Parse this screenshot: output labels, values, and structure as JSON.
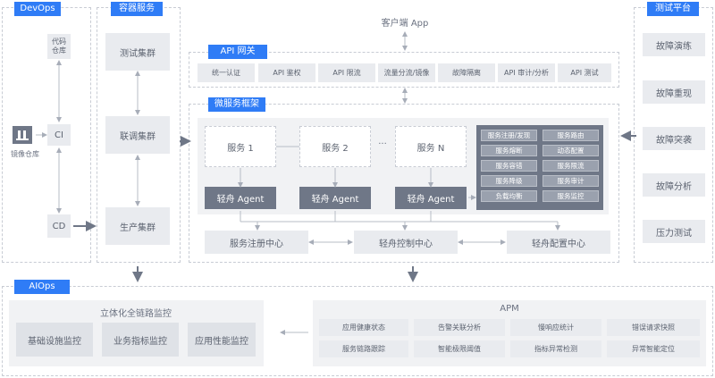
{
  "devops": {
    "tag": "DevOps",
    "code_repo": "代码\n仓库",
    "ci": "CI",
    "image_repo": "镜像仓库",
    "cd": "CD"
  },
  "container": {
    "tag": "容器服务",
    "test_cluster": "测试集群",
    "joint_cluster": "联调集群",
    "prod_cluster": "生产集群"
  },
  "client": {
    "label": "客户端 App"
  },
  "gateway": {
    "tag": "API 网关",
    "items": [
      "统一认证",
      "API 鉴权",
      "API 限流",
      "流量分流/镜像",
      "故障隔离",
      "API 审计/分析",
      "API 测试"
    ]
  },
  "microservice": {
    "tag": "微服务框架",
    "service1": "服务 1",
    "service2": "服务 2",
    "ellipsis": "···",
    "serviceN": "服务 N",
    "agent": "轻舟 Agent",
    "features": [
      "服务注册/发现",
      "服务路由",
      "服务熔断",
      "动态配置",
      "服务容错",
      "服务限流",
      "服务降级",
      "服务审计",
      "负载均衡",
      "服务监控"
    ],
    "registry": "服务注册中心",
    "control": "轻舟控制中心",
    "config": "轻舟配置中心"
  },
  "testing": {
    "tag": "测试平台",
    "items": [
      "故障演练",
      "故障重现",
      "故障突袭",
      "故障分析",
      "压力测试"
    ]
  },
  "aiops": {
    "tag": "AIOps",
    "monitor_title": "立体化全链路监控",
    "monitors": [
      "基础设施监控",
      "业务指标监控",
      "应用性能监控"
    ],
    "apm_title": "APM",
    "apm_items": [
      "应用健康状态",
      "告警关联分析",
      "慢响应统计",
      "错误请求快照",
      "服务链路跟踪",
      "智能极限阈值",
      "指标异常检测",
      "异常智能定位"
    ]
  },
  "colors": {
    "accent": "#2f7cf6",
    "agent": "#6f7787",
    "box": "#e9ebef",
    "feature_bg": "#6f7787"
  }
}
